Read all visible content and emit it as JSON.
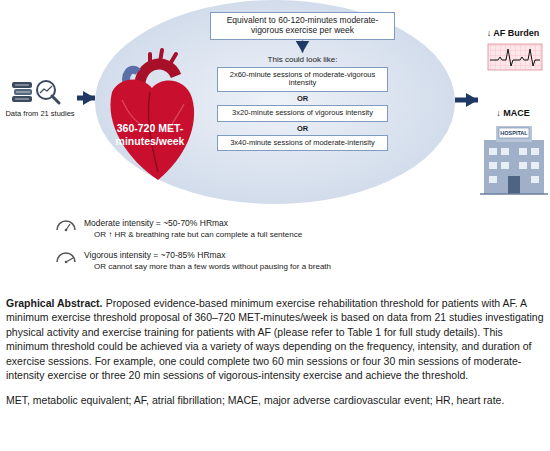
{
  "diagram": {
    "title": "Graphical Abstract.",
    "caption": "Proposed evidence-based minimum exercise rehabilitation threshold for patients with AF. A minimum exercise threshold proposal of 360–720 MET-minutes/week is based on data from 21 studies investigating physical activity and exercise training for patients with AF (please refer to Table 1 for full study details). This minimum threshold could be achieved via a variety of ways depending on the frequency, intensity, and duration of exercise sessions. For example, one could complete two 60 min sessions or four 30 min sessions of moderate-intensity exercise or three 20 min sessions of vigorous-intensity exercise and achieve the threshold.",
    "nodes": [
      {
        "text": [
          "Data from 21 studies"
        ]
      },
      {
        "text": [
          "360-720 MET-minutes/week",
          "This could look like:"
        ]
      },
      {
        "text": [
          "Equivalent to 60-120-minutes moderate-vigorous exercise per week"
        ],
        "in": 1
      },
      {
        "text": [
          "2x60-minute sessions of moderate-vigorous intensity"
        ],
        "in": 1
      },
      {
        "text": [
          "3x20-minute sessions of vigorous intensity"
        ],
        "in": 1
      },
      {
        "text": [
          "3x40-minute sessions of moderate-intensity"
        ],
        "in": 1
      },
      {
        "text": [
          "↓ AF Burden",
          "↓ MACE"
        ]
      }
    ],
    "edges": [
      {
        "from": 0,
        "to": 1,
        "arrow": "to"
      },
      {
        "from": 1,
        "to": 6,
        "arrow": "to"
      }
    ],
    "labels": [
      "OR",
      "OR",
      "Moderate intensity = ~50-70% HRmax",
      "OR ↑ HR & breathing rate but can complete a full sentence",
      "Vigorous intensity = ~70-85% HRmax",
      "OR cannot say more than a few words without pausing for a breath",
      "MET, metabolic equivalent; AF, atrial fibrillation; MACE, major adverse cardiovascular event; HR, heart rate.",
      "HOSPITAL"
    ]
  }
}
